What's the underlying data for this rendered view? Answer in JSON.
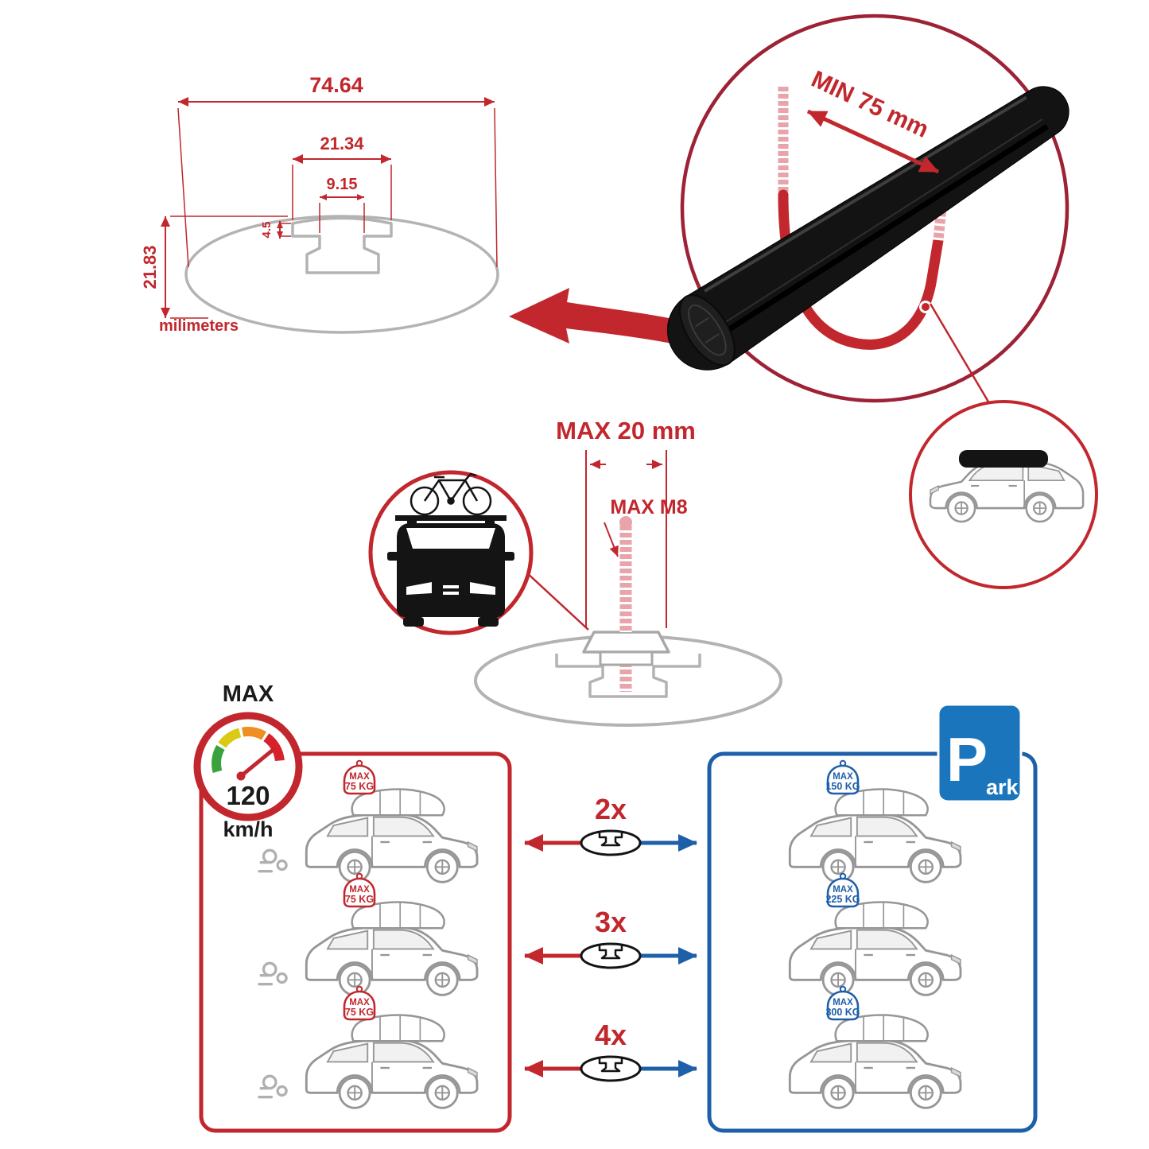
{
  "colors": {
    "red": "#c1272d",
    "dark_red": "#9d2235",
    "blue": "#1e5fa9",
    "sign_blue": "#1b75bc",
    "gray_line": "#b3b3b3",
    "thread_pink": "#e9a3aa",
    "black": "#141414"
  },
  "profile_dimensions": {
    "total_width": "74.64",
    "channel_outer_width": "21.34",
    "channel_opening_width": "9.15",
    "step_depth": "4.5",
    "total_height": "21.83",
    "units": "milimeters"
  },
  "clamp_detail": {
    "min_span": "MIN 75 mm"
  },
  "bolt_detail": {
    "max_length": "MAX 20 mm",
    "max_thread": "MAX M8"
  },
  "speed_limit": {
    "label": "MAX",
    "value": "120",
    "unit": "km/h"
  },
  "parking_sign": {
    "big_letter": "P",
    "rest": "ark"
  },
  "load_comparison": {
    "driving": [
      {
        "label": "MAX",
        "value": "75 KG"
      },
      {
        "label": "MAX",
        "value": "75 KG"
      },
      {
        "label": "MAX",
        "value": "75 KG"
      }
    ],
    "multipliers": [
      "2x",
      "3x",
      "4x"
    ],
    "parked": [
      {
        "label": "MAX",
        "value": "150 KG"
      },
      {
        "label": "MAX",
        "value": "225 KG"
      },
      {
        "label": "MAX",
        "value": "300 KG"
      }
    ]
  }
}
